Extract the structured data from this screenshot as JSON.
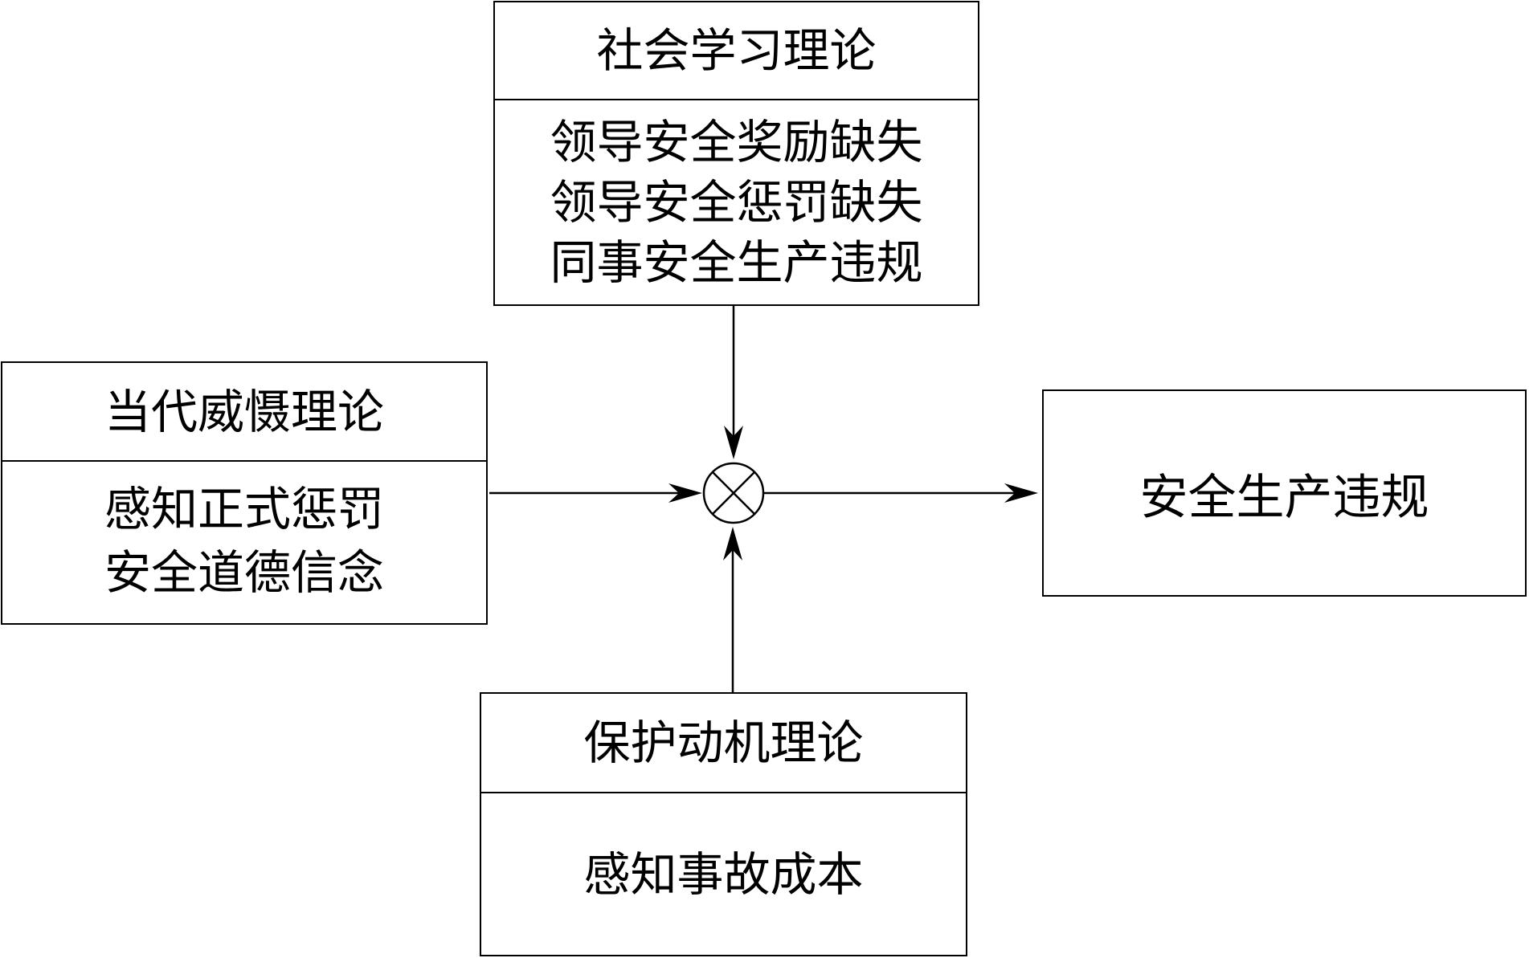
{
  "boxes": {
    "social_learning": {
      "title": "社会学习理论",
      "items": [
        "领导安全奖励缺失",
        "领导安全惩罚缺失",
        "同事安全生产违规"
      ]
    },
    "deterrence": {
      "title": "当代威慑理论",
      "items": [
        "感知正式惩罚",
        "安全道德信念"
      ]
    },
    "protection_motivation": {
      "title": "保护动机理论",
      "items": [
        "感知事故成本"
      ]
    },
    "outcome": {
      "label": "安全生产违规"
    }
  },
  "connectors": {
    "junction_symbol": "multiply-circle-icon",
    "color": "#000000"
  }
}
